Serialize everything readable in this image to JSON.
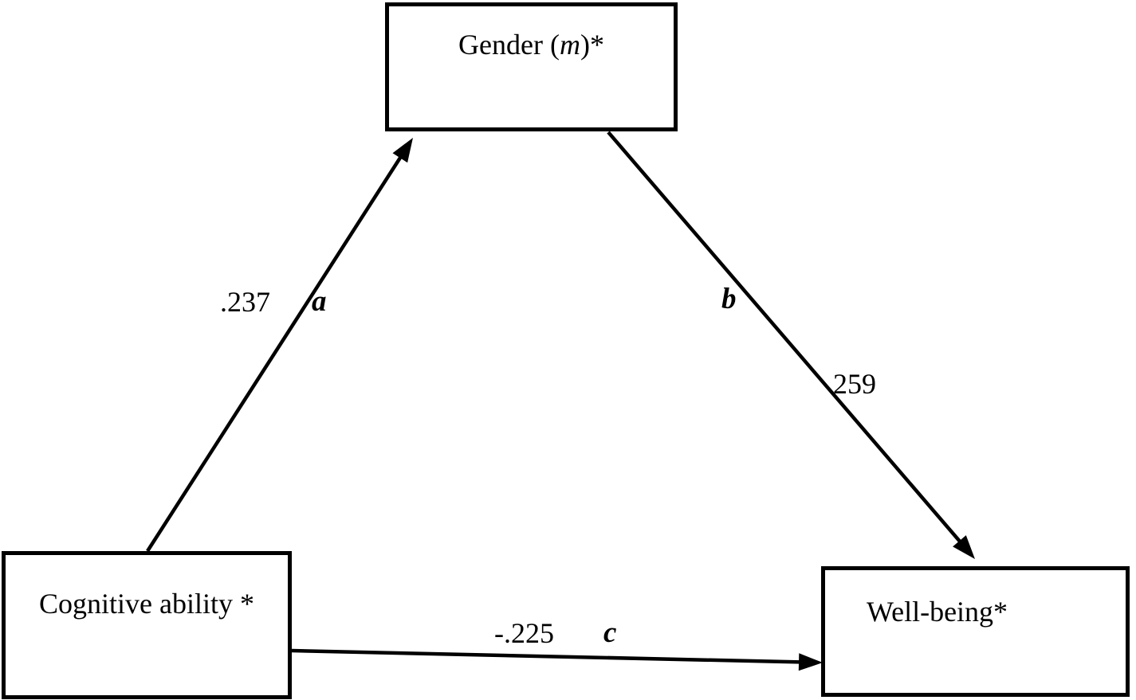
{
  "diagram": {
    "type": "mediation-path-diagram",
    "nodes": {
      "mediator": {
        "prefix": "Gender (",
        "variable": "m",
        "suffix": ")*",
        "full_label": "Gender (m)*",
        "role": "mediator"
      },
      "predictor": {
        "label": "Cognitive ability *",
        "role": "independent-variable"
      },
      "outcome": {
        "label": "Well-being*",
        "role": "dependent-variable"
      }
    },
    "paths": {
      "a": {
        "letter": "a",
        "coefficient": ".237",
        "from": "Cognitive ability",
        "to": "Gender"
      },
      "b": {
        "letter": "b",
        "coefficient": "259",
        "from": "Gender",
        "to": "Well-being"
      },
      "c": {
        "letter": "c",
        "coefficient": "-.225",
        "from": "Cognitive ability",
        "to": "Well-being"
      }
    },
    "colors": {
      "line": "#000000",
      "text": "#000000",
      "background": "#ffffff"
    }
  }
}
